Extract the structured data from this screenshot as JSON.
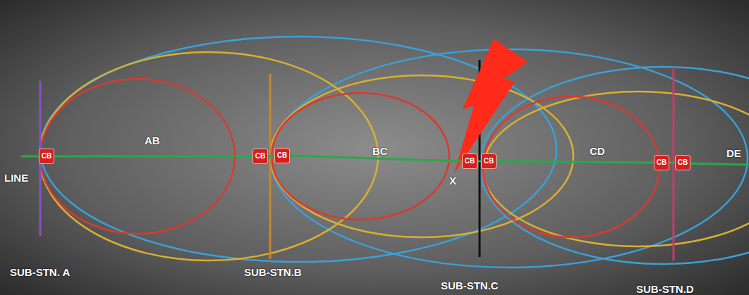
{
  "diagram": {
    "nodes": [
      {
        "text": [
          "CB"
        ]
      },
      {
        "text": [
          "CB"
        ]
      },
      {
        "text": [
          "CB"
        ]
      },
      {
        "text": [
          "CB"
        ]
      },
      {
        "text": [
          "CB"
        ]
      },
      {
        "text": [
          "CB"
        ]
      },
      {
        "text": [
          "CB"
        ]
      }
    ],
    "edges": [
      {
        "from": 0,
        "to": 1,
        "arrow": "none"
      },
      {
        "from": 2,
        "to": 3,
        "arrow": "none"
      },
      {
        "from": 4,
        "to": 5,
        "arrow": "none"
      }
    ],
    "labels": [
      "LINE",
      "AB",
      "BC",
      "X",
      "CD",
      "DE",
      "SUB-STN. A",
      "SUB-STN.B",
      "SUB-STN.C",
      "SUB-STN.D"
    ]
  }
}
